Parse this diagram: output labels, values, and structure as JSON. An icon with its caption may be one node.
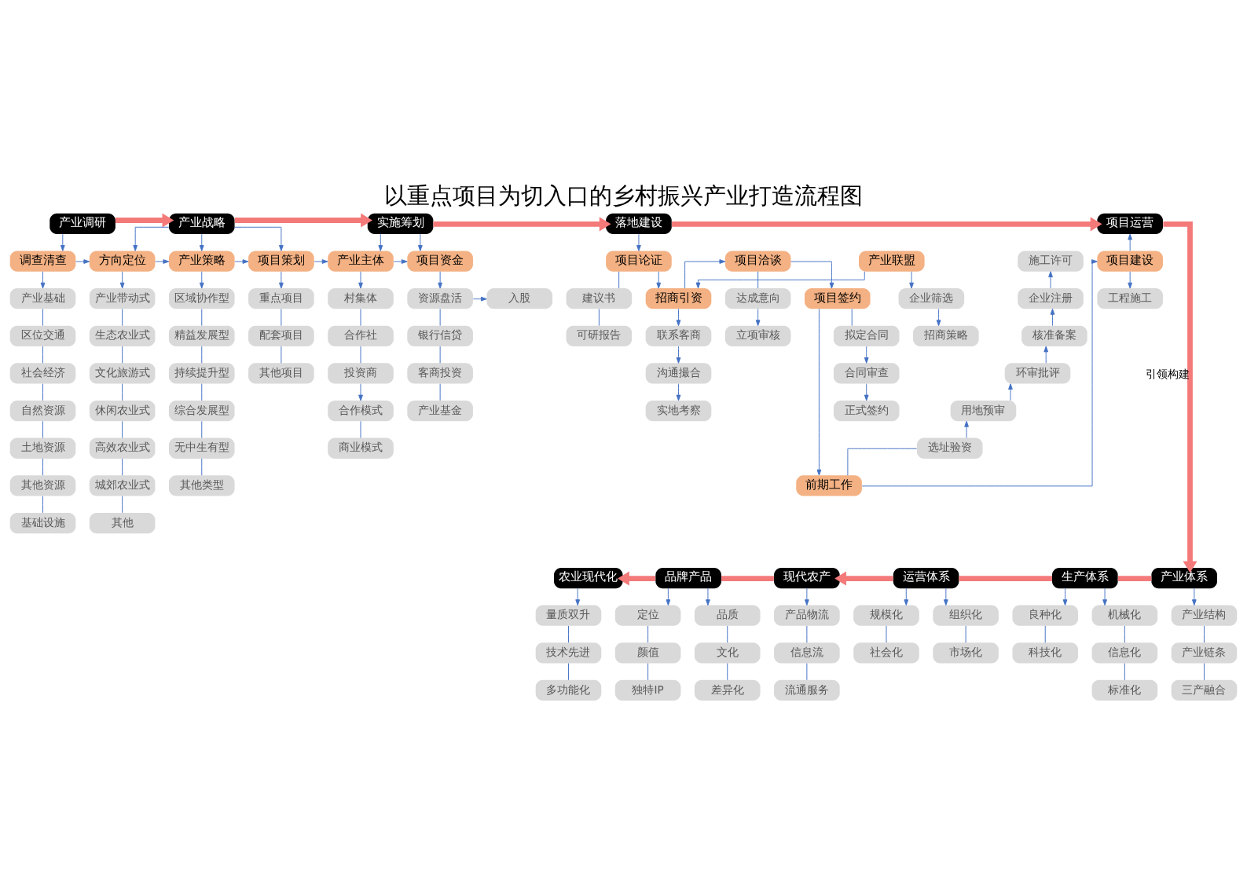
{
  "diagram": {
    "title": "以重点项目为切入口的乡村振兴产业打造流程图",
    "nodes": [
      {
        "text": [
          "产业调研"
        ]
      },
      {
        "text": [
          "产业战略"
        ]
      },
      {
        "text": [
          "实施筹划"
        ]
      },
      {
        "text": [
          "落地建设"
        ]
      },
      {
        "text": [
          "项目运营"
        ]
      },
      {
        "text": [
          "调查清查"
        ]
      },
      {
        "text": [
          "产业基础"
        ]
      },
      {
        "text": [
          "区位交通"
        ]
      },
      {
        "text": [
          "社会经济"
        ]
      },
      {
        "text": [
          "自然资源"
        ]
      },
      {
        "text": [
          "土地资源"
        ]
      },
      {
        "text": [
          "其他资源"
        ]
      },
      {
        "text": [
          "基础设施"
        ]
      },
      {
        "text": [
          "方向定位"
        ]
      },
      {
        "text": [
          "产业带动式"
        ]
      },
      {
        "text": [
          "生态农业式"
        ]
      },
      {
        "text": [
          "文化旅游式"
        ]
      },
      {
        "text": [
          "休闲农业式"
        ]
      },
      {
        "text": [
          "高效农业式"
        ]
      },
      {
        "text": [
          "城郊农业式"
        ]
      },
      {
        "text": [
          "其他"
        ]
      },
      {
        "text": [
          "产业策略"
        ]
      },
      {
        "text": [
          "区域协作型"
        ]
      },
      {
        "text": [
          "精益发展型"
        ]
      },
      {
        "text": [
          "持续提升型"
        ]
      },
      {
        "text": [
          "综合发展型"
        ]
      },
      {
        "text": [
          "无中生有型"
        ]
      },
      {
        "text": [
          "其他类型"
        ]
      },
      {
        "text": [
          "项目策划"
        ]
      },
      {
        "text": [
          "重点项目"
        ]
      },
      {
        "text": [
          "配套项目"
        ]
      },
      {
        "text": [
          "其他项目"
        ]
      },
      {
        "text": [
          "产业主体"
        ]
      },
      {
        "text": [
          "村集体"
        ]
      },
      {
        "text": [
          "合作社"
        ]
      },
      {
        "text": [
          "投资商"
        ]
      },
      {
        "text": [
          "合作模式"
        ]
      },
      {
        "text": [
          "商业模式"
        ]
      },
      {
        "text": [
          "项目资金"
        ]
      },
      {
        "text": [
          "资源盘活"
        ]
      },
      {
        "text": [
          "入股"
        ]
      },
      {
        "text": [
          "银行信贷"
        ]
      },
      {
        "text": [
          "客商投资"
        ]
      },
      {
        "text": [
          "产业基金"
        ]
      },
      {
        "text": [
          "项目论证"
        ]
      },
      {
        "text": [
          "建议书"
        ]
      },
      {
        "text": [
          "可研报告"
        ]
      },
      {
        "text": [
          "招商引资"
        ]
      },
      {
        "text": [
          "联系客商"
        ]
      },
      {
        "text": [
          "沟通撮合"
        ]
      },
      {
        "text": [
          "实地考察"
        ]
      },
      {
        "text": [
          "产业联盟"
        ]
      },
      {
        "text": [
          "企业筛选"
        ]
      },
      {
        "text": [
          "招商策略"
        ]
      },
      {
        "text": [
          "项目洽谈"
        ]
      },
      {
        "text": [
          "达成意向"
        ]
      },
      {
        "text": [
          "立项审核"
        ]
      },
      {
        "text": [
          "项目签约"
        ]
      },
      {
        "text": [
          "拟定合同"
        ]
      },
      {
        "text": [
          "合同审查"
        ]
      },
      {
        "text": [
          "正式签约"
        ]
      },
      {
        "text": [
          "施工许可"
        ]
      },
      {
        "text": [
          "企业注册"
        ]
      },
      {
        "text": [
          "核准备案"
        ]
      },
      {
        "text": [
          "环审批评"
        ]
      },
      {
        "text": [
          "用地预审"
        ]
      },
      {
        "text": [
          "选址验资"
        ]
      },
      {
        "text": [
          "前期工作"
        ]
      },
      {
        "text": [
          "项目建设"
        ]
      },
      {
        "text": [
          "工程施工"
        ]
      },
      {
        "text": [
          "产业体系"
        ]
      },
      {
        "text": [
          "产业结构"
        ]
      },
      {
        "text": [
          "产业链条"
        ]
      },
      {
        "text": [
          "三产融合"
        ]
      },
      {
        "text": [
          "生产体系"
        ]
      },
      {
        "text": [
          "良种化"
        ]
      },
      {
        "text": [
          "科技化"
        ]
      },
      {
        "text": [
          "机械化"
        ]
      },
      {
        "text": [
          "信息化"
        ]
      },
      {
        "text": [
          "标准化"
        ]
      },
      {
        "text": [
          "运营体系"
        ]
      },
      {
        "text": [
          "规模化"
        ]
      },
      {
        "text": [
          "社会化"
        ]
      },
      {
        "text": [
          "组织化"
        ]
      },
      {
        "text": [
          "市场化"
        ]
      },
      {
        "text": [
          "现代农产"
        ]
      },
      {
        "text": [
          "产品物流"
        ]
      },
      {
        "text": [
          "信息流"
        ]
      },
      {
        "text": [
          "流通服务"
        ]
      },
      {
        "text": [
          "品牌产品"
        ]
      },
      {
        "text": [
          "品质"
        ]
      },
      {
        "text": [
          "文化"
        ]
      },
      {
        "text": [
          "差异化"
        ]
      },
      {
        "text": [
          "定位"
        ]
      },
      {
        "text": [
          "颜值"
        ]
      },
      {
        "text": [
          "独特IP"
        ]
      },
      {
        "text": [
          "农业现代化"
        ]
      },
      {
        "text": [
          "量质双升"
        ]
      },
      {
        "text": [
          "技术先进"
        ]
      },
      {
        "text": [
          "多功能化"
        ]
      }
    ],
    "edges": [
      {
        "from": 0,
        "to": 1,
        "arrow": "to",
        "style": "thick",
        "color": "#f47a7a"
      },
      {
        "from": 1,
        "to": 2,
        "arrow": "to",
        "style": "thick",
        "color": "#f47a7a"
      },
      {
        "from": 2,
        "to": 3,
        "arrow": "to",
        "style": "thick",
        "color": "#f47a7a"
      },
      {
        "from": 3,
        "to": 4,
        "arrow": "to",
        "style": "thick",
        "color": "#f47a7a"
      },
      {
        "from": 4,
        "to": 70,
        "arrow": "to",
        "label": "引领构建",
        "style": "thick",
        "color": "#f47a7a"
      },
      {
        "from": 70,
        "to": 74,
        "arrow": "none",
        "style": "thick",
        "color": "#f47a7a"
      },
      {
        "from": 74,
        "to": 80,
        "arrow": "none",
        "style": "thick",
        "color": "#f47a7a"
      },
      {
        "from": 80,
        "to": 85,
        "arrow": "to",
        "style": "thick",
        "color": "#f47a7a"
      },
      {
        "from": 85,
        "to": 89,
        "arrow": "none",
        "style": "thick",
        "color": "#f47a7a"
      },
      {
        "from": 89,
        "to": 96,
        "arrow": "to",
        "style": "thick",
        "color": "#f47a7a"
      },
      {
        "from": 0,
        "to": 5,
        "arrow": "to"
      },
      {
        "from": 1,
        "to": 13,
        "arrow": "to"
      },
      {
        "from": 1,
        "to": 21,
        "arrow": "to"
      },
      {
        "from": 1,
        "to": 28,
        "arrow": "to"
      },
      {
        "from": 2,
        "to": 32,
        "arrow": "to"
      },
      {
        "from": 2,
        "to": 38,
        "arrow": "to"
      },
      {
        "from": 3,
        "to": 44,
        "arrow": "to"
      },
      {
        "from": 68,
        "to": 4,
        "arrow": "to"
      },
      {
        "from": 5,
        "to": 13,
        "arrow": "to"
      },
      {
        "from": 13,
        "to": 21,
        "arrow": "to"
      },
      {
        "from": 21,
        "to": 28,
        "arrow": "to"
      },
      {
        "from": 28,
        "to": 32,
        "arrow": "to"
      },
      {
        "from": 32,
        "to": 38,
        "arrow": "to"
      },
      {
        "from": 5,
        "to": 6,
        "arrow": "to"
      },
      {
        "from": 6,
        "to": 7,
        "arrow": "none"
      },
      {
        "from": 7,
        "to": 8,
        "arrow": "none"
      },
      {
        "from": 8,
        "to": 9,
        "arrow": "none"
      },
      {
        "from": 9,
        "to": 10,
        "arrow": "none"
      },
      {
        "from": 10,
        "to": 11,
        "arrow": "none"
      },
      {
        "from": 11,
        "to": 12,
        "arrow": "none"
      },
      {
        "from": 13,
        "to": 14,
        "arrow": "to"
      },
      {
        "from": 14,
        "to": 15,
        "arrow": "none"
      },
      {
        "from": 15,
        "to": 16,
        "arrow": "none"
      },
      {
        "from": 16,
        "to": 17,
        "arrow": "none"
      },
      {
        "from": 17,
        "to": 18,
        "arrow": "none"
      },
      {
        "from": 18,
        "to": 19,
        "arrow": "none"
      },
      {
        "from": 19,
        "to": 20,
        "arrow": "none"
      },
      {
        "from": 21,
        "to": 22,
        "arrow": "to"
      },
      {
        "from": 22,
        "to": 23,
        "arrow": "none"
      },
      {
        "from": 23,
        "to": 24,
        "arrow": "none"
      },
      {
        "from": 24,
        "to": 25,
        "arrow": "none"
      },
      {
        "from": 25,
        "to": 26,
        "arrow": "none"
      },
      {
        "from": 26,
        "to": 27,
        "arrow": "none"
      },
      {
        "from": 28,
        "to": 29,
        "arrow": "to"
      },
      {
        "from": 29,
        "to": 30,
        "arrow": "none"
      },
      {
        "from": 30,
        "to": 31,
        "arrow": "none"
      },
      {
        "from": 32,
        "to": 33,
        "arrow": "to"
      },
      {
        "from": 33,
        "to": 34,
        "arrow": "none"
      },
      {
        "from": 34,
        "to": 35,
        "arrow": "none"
      },
      {
        "from": 35,
        "to": 36,
        "arrow": "to"
      },
      {
        "from": 36,
        "to": 37,
        "arrow": "none"
      },
      {
        "from": 38,
        "to": 39,
        "arrow": "to"
      },
      {
        "from": 39,
        "to": 40,
        "arrow": "to"
      },
      {
        "from": 39,
        "to": 41,
        "arrow": "none"
      },
      {
        "from": 41,
        "to": 42,
        "arrow": "none"
      },
      {
        "from": 42,
        "to": 43,
        "arrow": "none"
      },
      {
        "from": 44,
        "to": 45,
        "arrow": "none"
      },
      {
        "from": 45,
        "to": 46,
        "arrow": "none"
      },
      {
        "from": 44,
        "to": 47,
        "arrow": "to"
      },
      {
        "from": 51,
        "to": 47,
        "arrow": "to"
      },
      {
        "from": 47,
        "to": 48,
        "arrow": "to"
      },
      {
        "from": 48,
        "to": 49,
        "arrow": "to"
      },
      {
        "from": 49,
        "to": 50,
        "arrow": "to"
      },
      {
        "from": 51,
        "to": 52,
        "arrow": "to"
      },
      {
        "from": 52,
        "to": 53,
        "arrow": "to"
      },
      {
        "from": 47,
        "to": 54,
        "arrow": "to"
      },
      {
        "from": 54,
        "to": 55,
        "arrow": "none"
      },
      {
        "from": 55,
        "to": 56,
        "arrow": "to"
      },
      {
        "from": 54,
        "to": 57,
        "arrow": "to"
      },
      {
        "from": 57,
        "to": 58,
        "arrow": "none"
      },
      {
        "from": 58,
        "to": 59,
        "arrow": "to"
      },
      {
        "from": 59,
        "to": 60,
        "arrow": "to"
      },
      {
        "from": 57,
        "to": 67,
        "arrow": "to"
      },
      {
        "from": 67,
        "to": 66,
        "arrow": "none"
      },
      {
        "from": 66,
        "to": 65,
        "arrow": "to"
      },
      {
        "from": 65,
        "to": 64,
        "arrow": "to"
      },
      {
        "from": 64,
        "to": 63,
        "arrow": "to"
      },
      {
        "from": 63,
        "to": 62,
        "arrow": "to"
      },
      {
        "from": 62,
        "to": 61,
        "arrow": "to"
      },
      {
        "from": 67,
        "to": 68,
        "arrow": "to"
      },
      {
        "from": 68,
        "to": 69,
        "arrow": "to"
      },
      {
        "from": 70,
        "to": 71,
        "arrow": "to"
      },
      {
        "from": 71,
        "to": 72,
        "arrow": "none"
      },
      {
        "from": 72,
        "to": 73,
        "arrow": "none"
      },
      {
        "from": 74,
        "to": 75,
        "arrow": "to"
      },
      {
        "from": 74,
        "to": 77,
        "arrow": "to"
      },
      {
        "from": 75,
        "to": 76,
        "arrow": "none"
      },
      {
        "from": 77,
        "to": 78,
        "arrow": "none"
      },
      {
        "from": 78,
        "to": 79,
        "arrow": "none"
      },
      {
        "from": 80,
        "to": 81,
        "arrow": "to"
      },
      {
        "from": 80,
        "to": 83,
        "arrow": "to"
      },
      {
        "from": 81,
        "to": 82,
        "arrow": "none"
      },
      {
        "from": 83,
        "to": 84,
        "arrow": "none"
      },
      {
        "from": 85,
        "to": 86,
        "arrow": "to"
      },
      {
        "from": 86,
        "to": 87,
        "arrow": "none"
      },
      {
        "from": 87,
        "to": 88,
        "arrow": "none"
      },
      {
        "from": 89,
        "to": 90,
        "arrow": "to"
      },
      {
        "from": 89,
        "to": 93,
        "arrow": "to"
      },
      {
        "from": 90,
        "to": 91,
        "arrow": "none"
      },
      {
        "from": 91,
        "to": 92,
        "arrow": "none"
      },
      {
        "from": 93,
        "to": 94,
        "arrow": "none"
      },
      {
        "from": 94,
        "to": 95,
        "arrow": "none"
      },
      {
        "from": 96,
        "to": 97,
        "arrow": "to"
      },
      {
        "from": 97,
        "to": 98,
        "arrow": "none"
      },
      {
        "from": 98,
        "to": 99,
        "arrow": "none"
      }
    ]
  }
}
